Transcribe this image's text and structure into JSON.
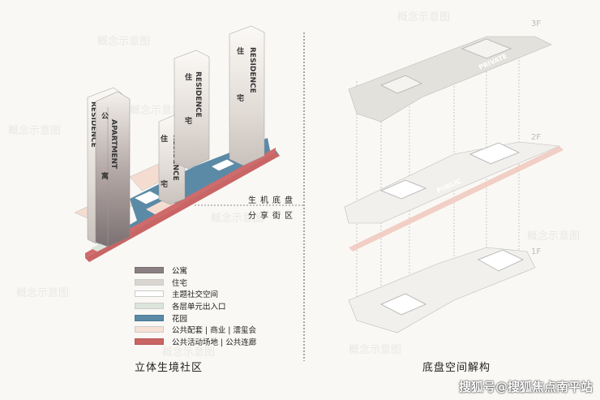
{
  "watermark": "概念示意图",
  "left_panel": {
    "caption": "立体生境社区",
    "towers": {
      "residence_en": "RESIDENCE",
      "residence_cn_1": "住",
      "residence_cn_2": "宅",
      "apartment_en": "APARTMENT",
      "apartment_cn_1": "公",
      "apartment_cn_2": "寓"
    },
    "street_label_1": "生机底盘",
    "street_label_2": "分享街区"
  },
  "legend": [
    {
      "label": "公寓",
      "color": "#8a7f82"
    },
    {
      "label": "住宅",
      "color": "#d9d6d0"
    },
    {
      "label": "主题社交空间",
      "color": "#ffffff"
    },
    {
      "label": "各层单元出入口",
      "color": "#dbe5dc"
    },
    {
      "label": "花园",
      "color": "#5b8aa6"
    },
    {
      "label": "公共配套 | 商业 | 澐玺会",
      "color": "#f7e0d4"
    },
    {
      "label": "公共活动场地 | 公共连廊",
      "color": "#c96565"
    }
  ],
  "right_panel": {
    "caption": "底盘空间解构",
    "floors": [
      "3F",
      "2F",
      "1F"
    ],
    "private_label": "PRIVATE",
    "public_label": "PUBLIC"
  },
  "source": "搜狐号@搜狐焦点南平站"
}
